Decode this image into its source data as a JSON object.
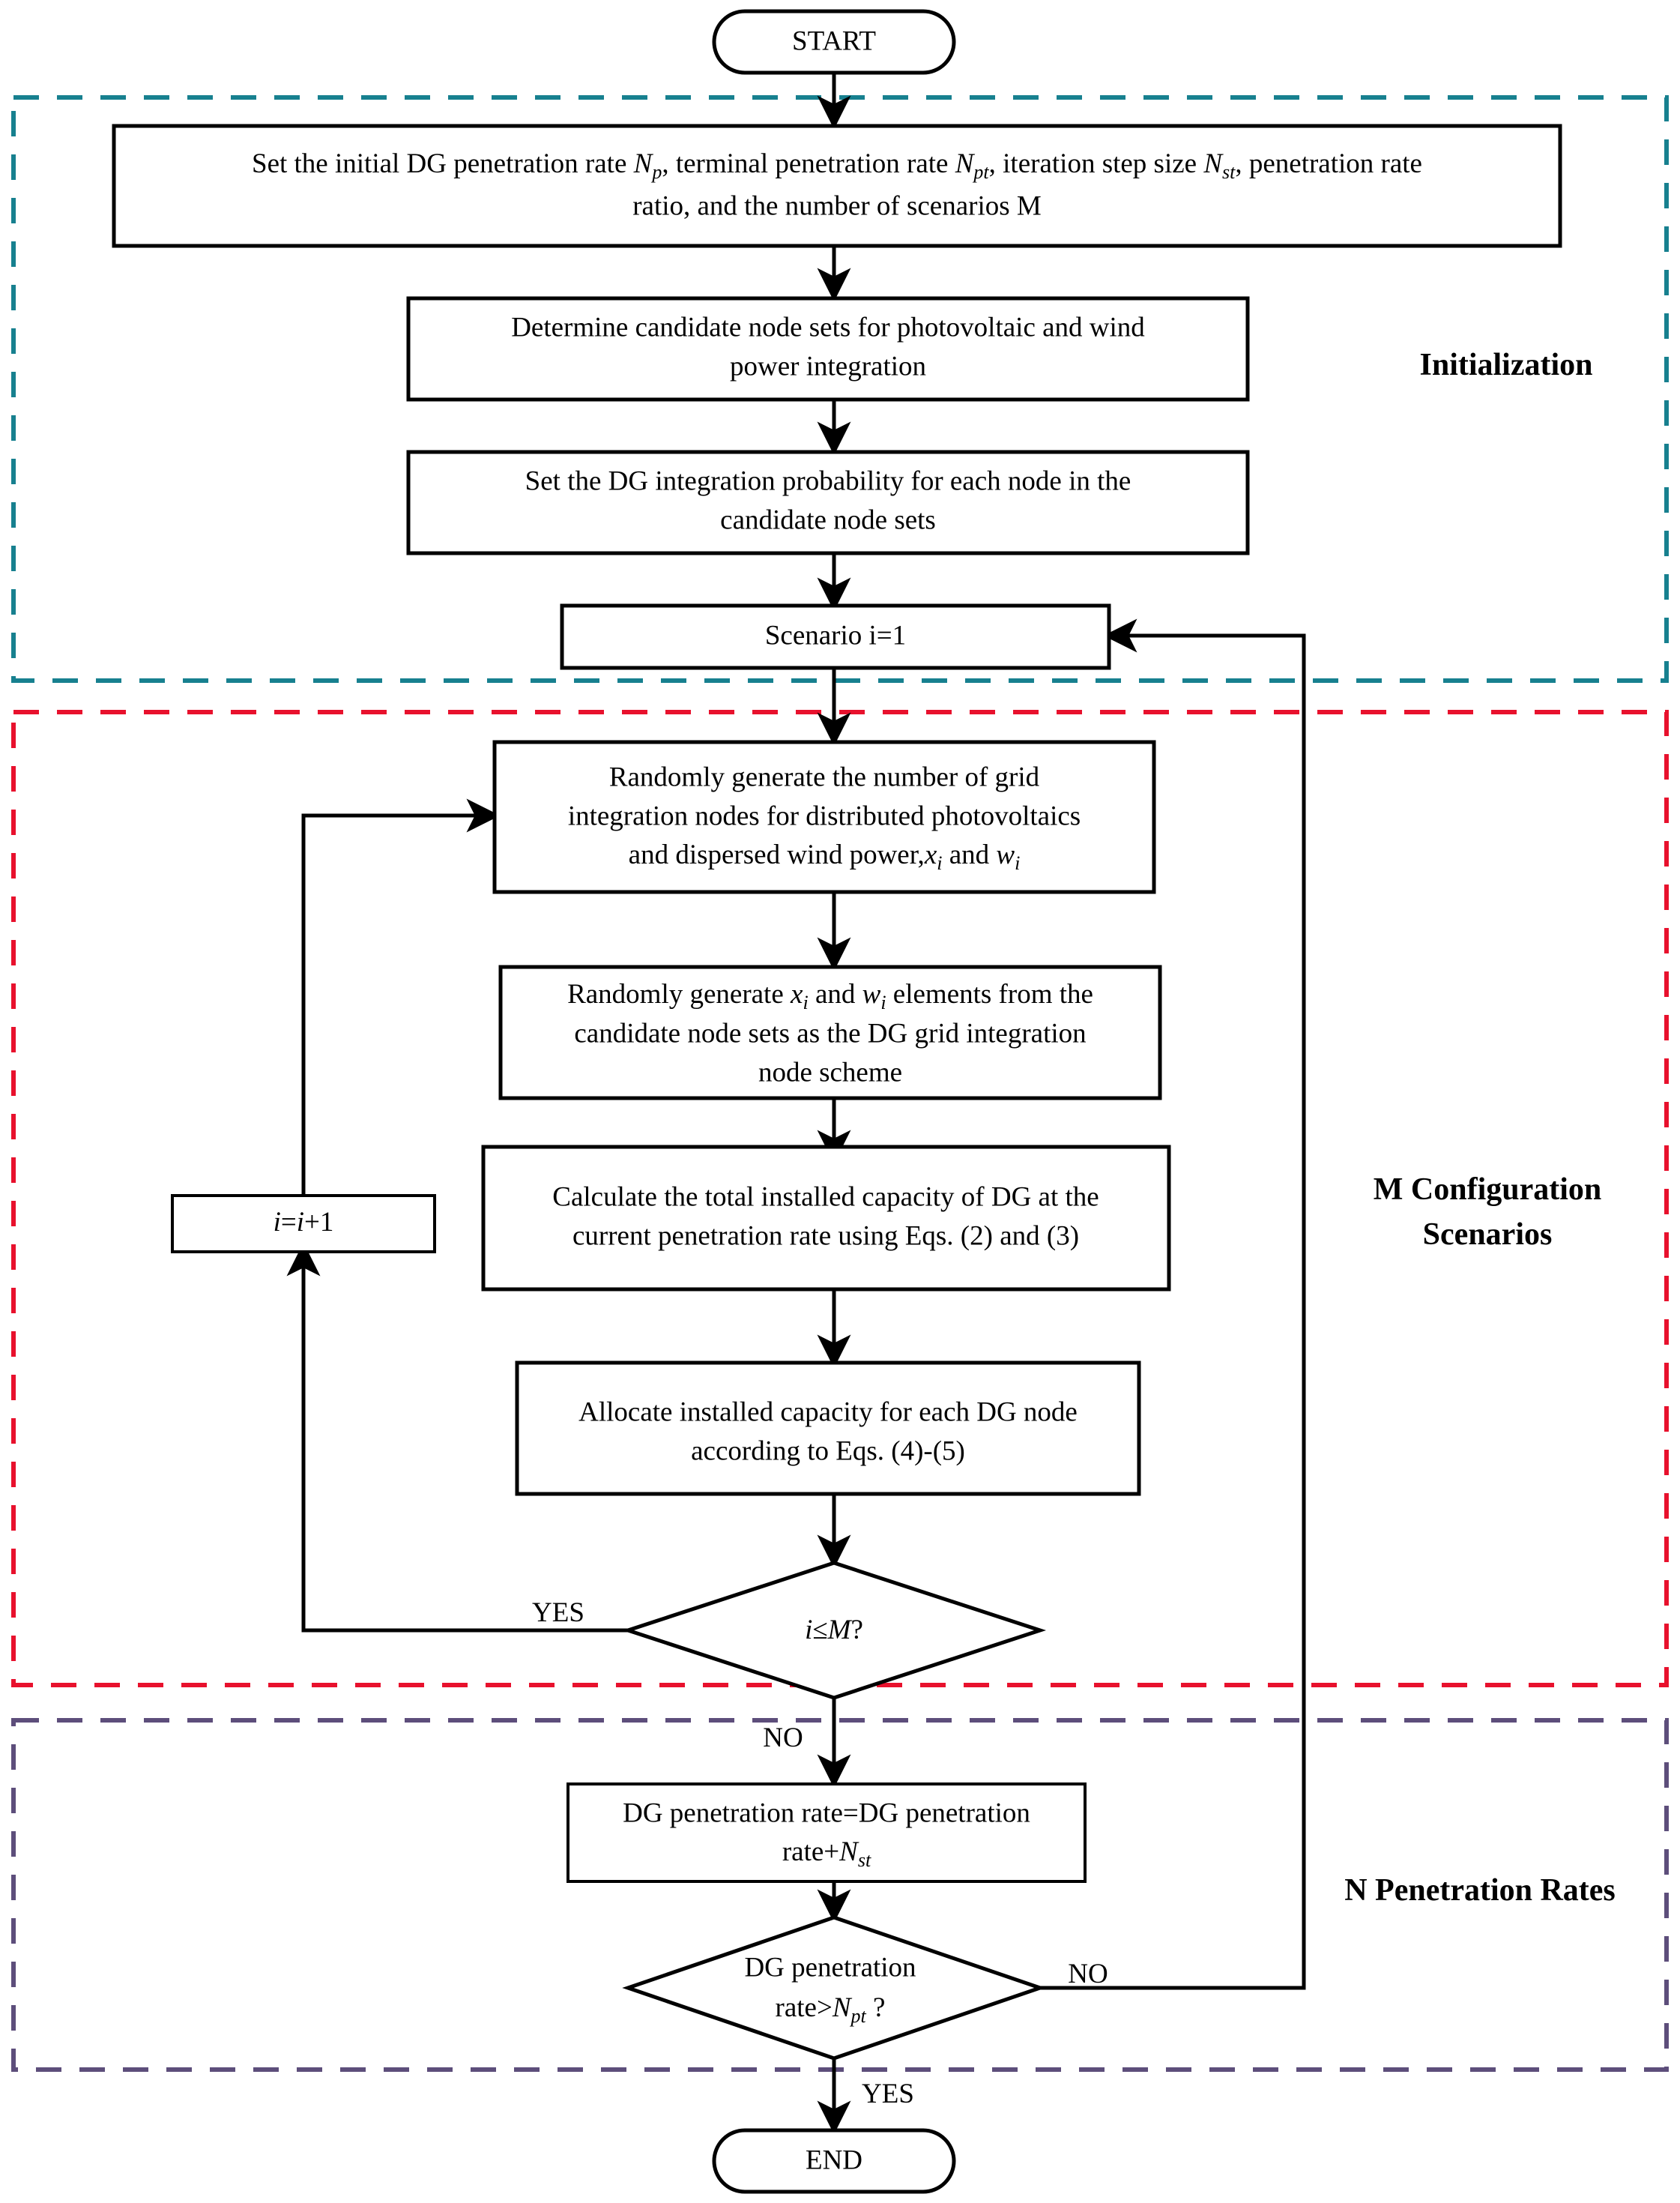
{
  "diagram": {
    "title": "DG penetration rate scenario generation flowchart",
    "colors": {
      "initialization_border": "#17808f",
      "scenarios_border": "#e8112d",
      "penetration_border": "#5d4e7b",
      "node_stroke": "#000000",
      "node_fill": "#ffffff",
      "text": "#000000"
    }
  },
  "regions": [
    {
      "id": "initialization",
      "label": "Initialization",
      "color": "#17808f"
    },
    {
      "id": "m-configuration-scenarios",
      "label_line1": "M Configuration",
      "label_line2": "Scenarios",
      "color": "#e8112d"
    },
    {
      "id": "n-penetration-rates",
      "label": "N Penetration Rates",
      "color": "#5d4e7b"
    }
  ],
  "nodes": {
    "start": {
      "shape": "terminator",
      "label": "START"
    },
    "set_params": {
      "shape": "process",
      "line1_a": "Set the initial DG penetration rate ",
      "line1_n1": "N",
      "line1_n1sub": "p",
      "line1_b": ", terminal penetration rate ",
      "line1_n2": "N",
      "line1_n2sub": "pt",
      "line1_c": ", iteration step size ",
      "line1_n3": "N",
      "line1_n3sub": "st",
      "line1_d": ", penetration rate",
      "line2": "ratio, and the number of scenarios M"
    },
    "candidate_nodes": {
      "shape": "process",
      "line1": "Determine candidate node sets for photovoltaic and wind",
      "line2": "power integration"
    },
    "integration_probability": {
      "shape": "process",
      "line1": "Set the DG integration probability for each node in the",
      "line2": "candidate node sets"
    },
    "scenario_init": {
      "shape": "process",
      "label": "Scenario i=1"
    },
    "random_counts": {
      "shape": "process",
      "line1": "Randomly generate the number of grid",
      "line2": "integration nodes for distributed photovoltaics",
      "line3_a": "and dispersed wind power,",
      "line3_x": "x",
      "line3_xsub": "i",
      "line3_b": " and ",
      "line3_w": "w",
      "line3_wsub": "i"
    },
    "random_elements": {
      "shape": "process",
      "line1_a": "Randomly generate ",
      "line1_x": "x",
      "line1_xsub": "i",
      "line1_b": " and ",
      "line1_w": "w",
      "line1_wsub": "i",
      "line1_c": " elements from the",
      "line2": "candidate node sets as the DG grid integration",
      "line3": "node scheme"
    },
    "calc_capacity": {
      "shape": "process",
      "line1": "Calculate the total installed capacity of DG at the",
      "line2": "current penetration rate using Eqs. (2) and (3)"
    },
    "allocate_capacity": {
      "shape": "process",
      "line1": "Allocate installed capacity for each DG node",
      "line2": "according to Eqs. (4)-(5)"
    },
    "increment_i": {
      "shape": "process",
      "i1": "i",
      "eq": "=",
      "i2": "i",
      "plus": "+1"
    },
    "decision_scenarios": {
      "shape": "decision",
      "var": "i",
      "op": "≤",
      "limit": "M",
      "q": "?"
    },
    "update_rate": {
      "shape": "process",
      "line1": "DG penetration rate=DG penetration",
      "line2_a": "rate+",
      "line2_n": "N",
      "line2_nsub": "st"
    },
    "decision_penetration": {
      "shape": "decision",
      "line1": "DG penetration",
      "line2_a": "rate>",
      "line2_n": "N",
      "line2_nsub": "pt",
      "line2_q": " ?"
    },
    "end": {
      "shape": "terminator",
      "label": "END"
    }
  },
  "edge_labels": {
    "scenarios_yes": "YES",
    "scenarios_no": "NO",
    "penetration_no": "NO",
    "penetration_yes": "YES"
  }
}
